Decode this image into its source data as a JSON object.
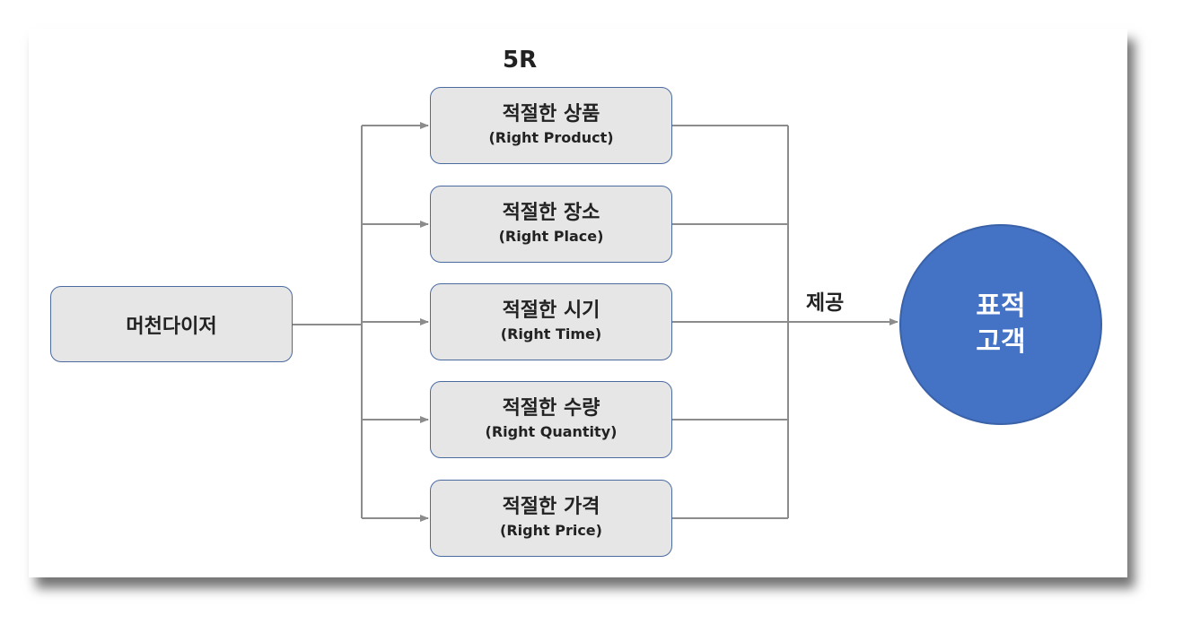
{
  "diagram": {
    "title": "5R",
    "source": "머천다이저",
    "items": [
      {
        "ko": "적절한 상품",
        "en": "(Right Product)"
      },
      {
        "ko": "적절한 장소",
        "en": "(Right Place)"
      },
      {
        "ko": "적절한 시기",
        "en": "(Right Time)"
      },
      {
        "ko": "적절한 수량",
        "en": "(Right Quantity)"
      },
      {
        "ko": "적절한 가격",
        "en": "(Right Price)"
      }
    ],
    "edge_label": "제공",
    "target_line1": "표적",
    "target_line2": "고객"
  },
  "colors": {
    "box_fill": "#e6e6e6",
    "box_border": "#4a6aa0",
    "connector": "#8c8c8c",
    "target_fill": "#4472c4",
    "target_text": "#ffffff"
  }
}
